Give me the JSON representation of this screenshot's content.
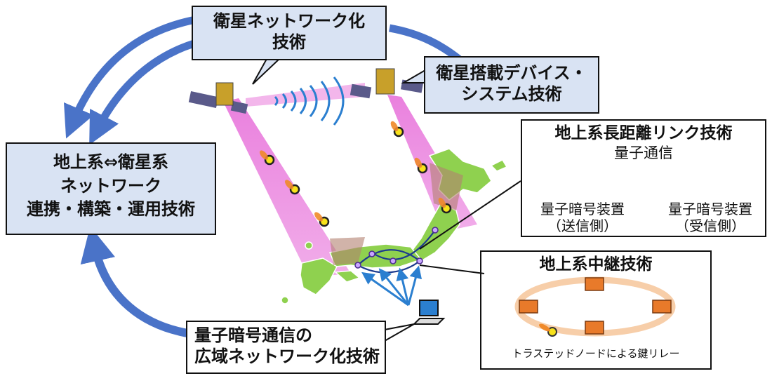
{
  "callouts": {
    "satellite_network": [
      "衛星ネットワーク化",
      "技術"
    ],
    "onboard_device": [
      "衛星搭載デバイス・",
      "システム技術"
    ],
    "ground_satellite": [
      "地上系⇔衛星系",
      "ネットワーク",
      "連携・構築・運用技術"
    ],
    "wide_area": [
      "量子暗号通信の",
      "広域ネットワーク化技術"
    ]
  },
  "long_distance_link": {
    "title": "地上系長距離リンク技術",
    "subtitle": "量子通信",
    "sender": [
      "量子暗号装置",
      "（送信側）"
    ],
    "receiver": [
      "量子暗号装置",
      "（受信側）"
    ]
  },
  "relay": {
    "title": "地上系中継技術",
    "caption": "トラステッドノードによる鍵リレー"
  },
  "colors": {
    "cycle_arrow": "#4a73c8",
    "callout_fill": "#d9e3f3",
    "beam": "#e66ad8",
    "japan_land": "#8fd14f",
    "photon": "#f7e21b",
    "node": "#e87a2a",
    "ring": "#f6c59a"
  }
}
